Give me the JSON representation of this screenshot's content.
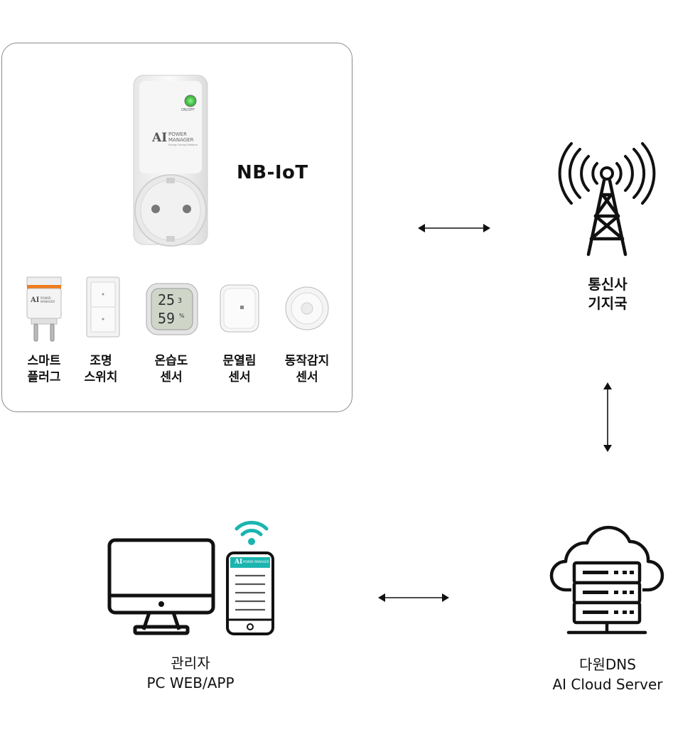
{
  "nb_iot_label": "NB-IoT",
  "plug_brand": {
    "ai": "AI",
    "power": "POWER",
    "manager": "MANAGER",
    "tagline": "Energy Saving Platform",
    "onoff": "ON/OFF"
  },
  "sensor_display": {
    "temp": "25",
    "temp_dec": "3",
    "humidity": "59",
    "unit": "%"
  },
  "devices": [
    {
      "line1": "스마트",
      "line2": "플러그"
    },
    {
      "line1": "조명",
      "line2": "스위치"
    },
    {
      "line1": "온습도",
      "line2": "센서"
    },
    {
      "line1": "문열림",
      "line2": "센서"
    },
    {
      "line1": "동작감지",
      "line2": "센서"
    }
  ],
  "tower": {
    "line1": "통신사",
    "line2": "기지국"
  },
  "cloud": {
    "line1": "다원DNS",
    "line2": "AI Cloud Server"
  },
  "admin": {
    "line1": "관리자",
    "line2": "PC WEB/APP"
  },
  "phone_brand": {
    "ai": "AI",
    "text": "POWER MANAGER"
  },
  "colors": {
    "led_green": "#3ccf3c",
    "wifi_teal": "#1bb5b0",
    "accent_orange": "#f07a1a",
    "stroke": "#111111"
  }
}
